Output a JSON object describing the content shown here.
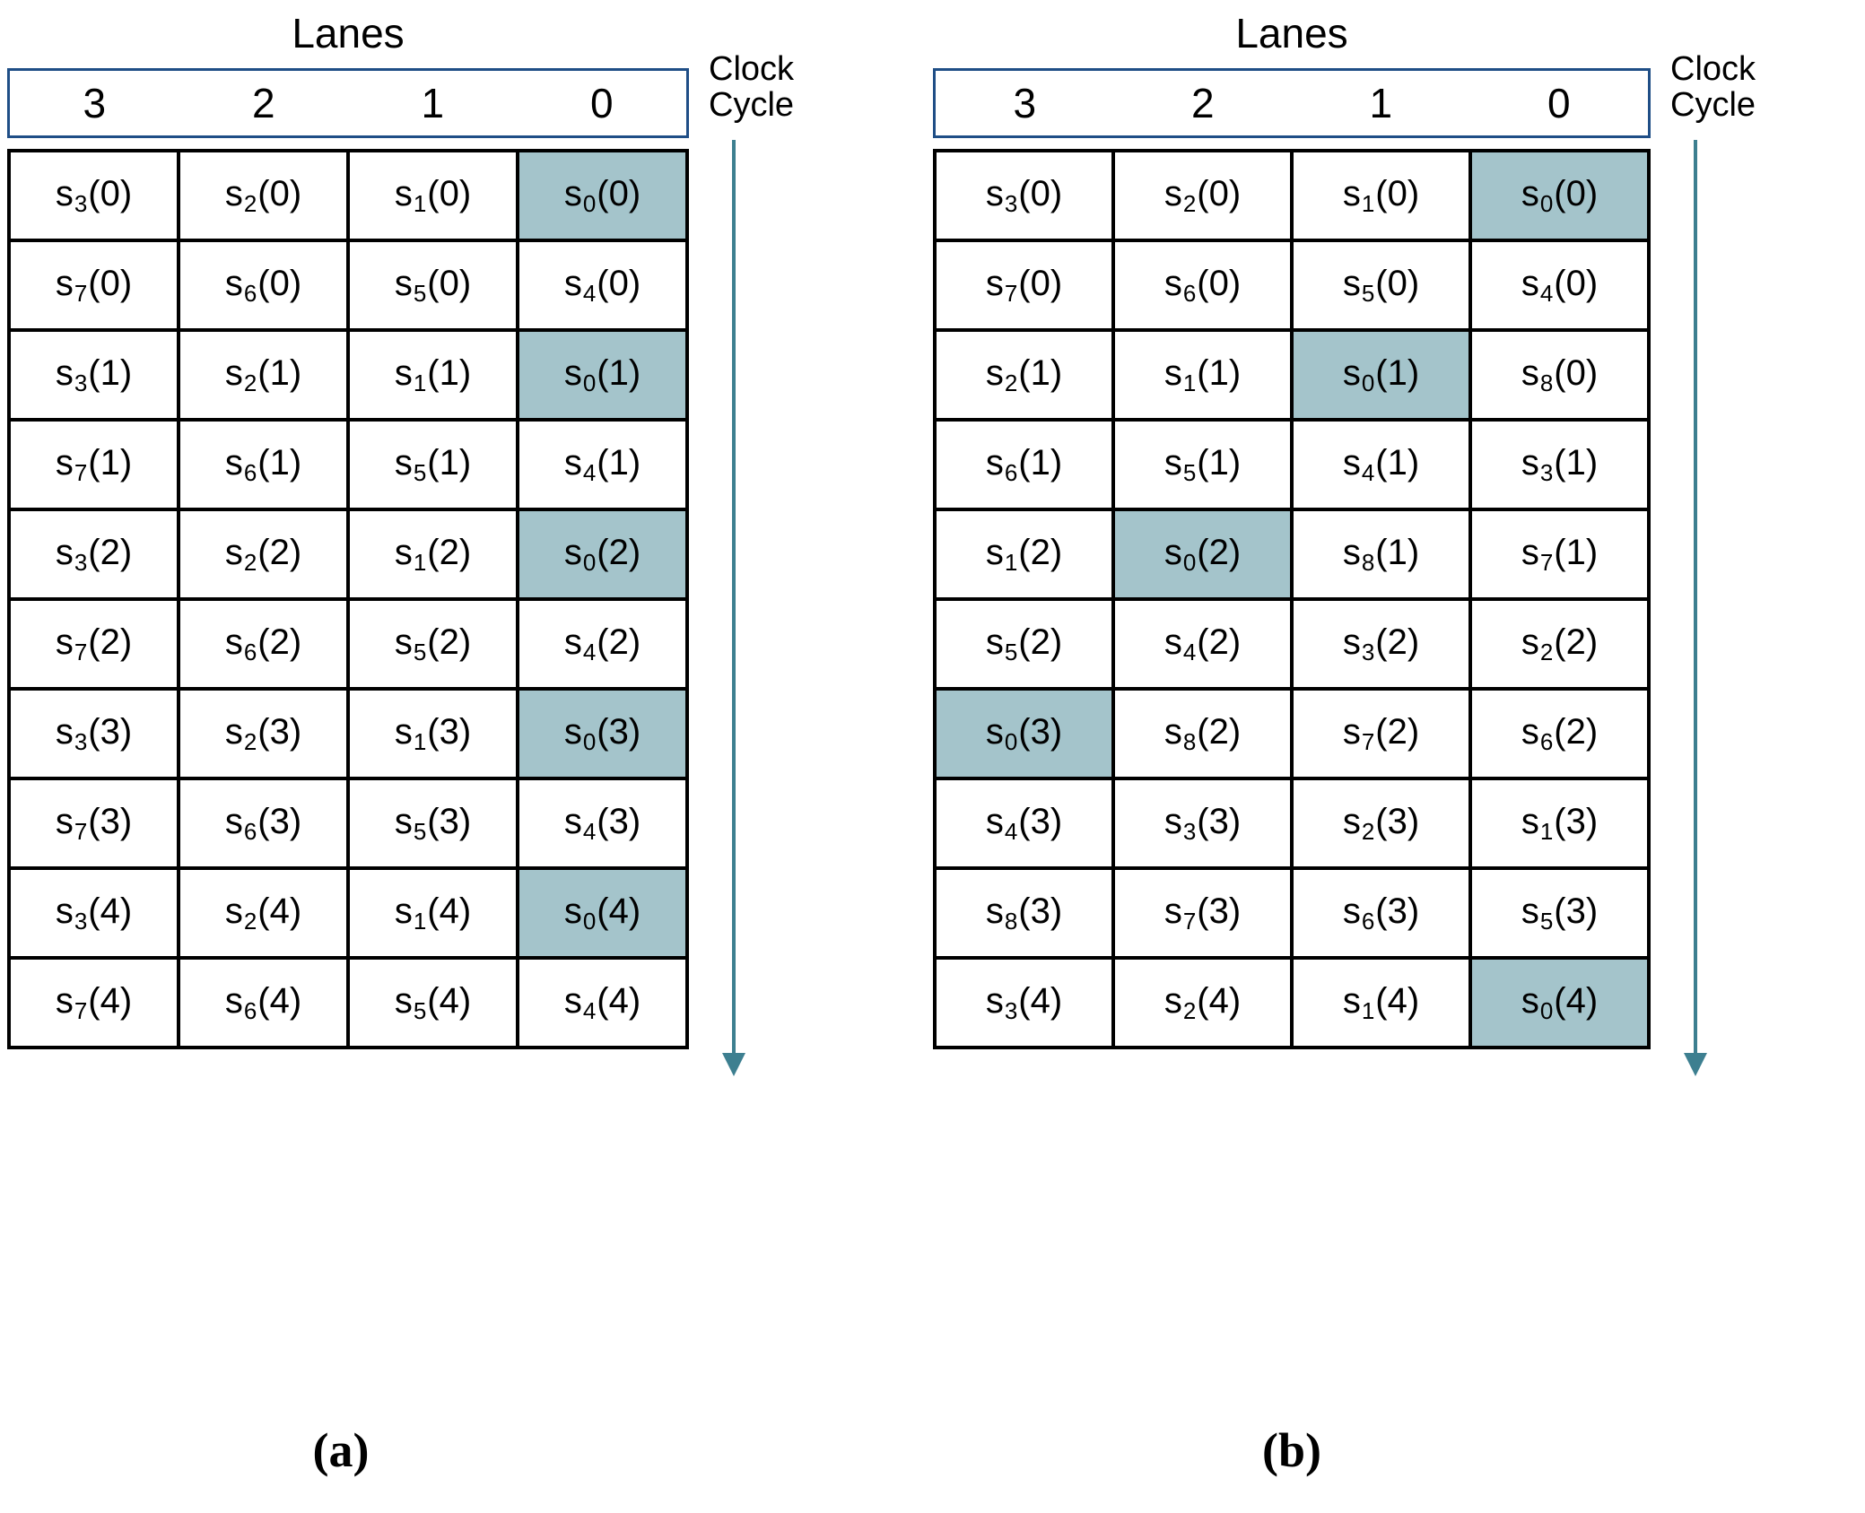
{
  "figure": {
    "caption_a": "(a)",
    "caption_b": "(b)"
  },
  "colors": {
    "highlight": "#a4c4cb",
    "header_border": "#1f4e86",
    "arrow": "#3d7f90",
    "grid_line": "#000000"
  },
  "panel_a": {
    "lanes_title": "Lanes",
    "lane_labels": [
      "3",
      "2",
      "1",
      "0"
    ],
    "clock_label_line1": "Clock",
    "clock_label_line2": "Cycle",
    "rows": [
      [
        {
          "base": "s",
          "sub": "3",
          "arg": "(0)",
          "hl": false
        },
        {
          "base": "s",
          "sub": "2",
          "arg": "(0)",
          "hl": false
        },
        {
          "base": "s",
          "sub": "1",
          "arg": "(0)",
          "hl": false
        },
        {
          "base": "s",
          "sub": "0",
          "arg": "(0)",
          "hl": true
        }
      ],
      [
        {
          "base": "s",
          "sub": "7",
          "arg": "(0)",
          "hl": false
        },
        {
          "base": "s",
          "sub": "6",
          "arg": "(0)",
          "hl": false
        },
        {
          "base": "s",
          "sub": "5",
          "arg": "(0)",
          "hl": false
        },
        {
          "base": "s",
          "sub": "4",
          "arg": "(0)",
          "hl": false
        }
      ],
      [
        {
          "base": "s",
          "sub": "3",
          "arg": "(1)",
          "hl": false
        },
        {
          "base": "s",
          "sub": "2",
          "arg": "(1)",
          "hl": false
        },
        {
          "base": "s",
          "sub": "1",
          "arg": "(1)",
          "hl": false
        },
        {
          "base": "s",
          "sub": "0",
          "arg": "(1)",
          "hl": true
        }
      ],
      [
        {
          "base": "s",
          "sub": "7",
          "arg": "(1)",
          "hl": false
        },
        {
          "base": "s",
          "sub": "6",
          "arg": "(1)",
          "hl": false
        },
        {
          "base": "s",
          "sub": "5",
          "arg": "(1)",
          "hl": false
        },
        {
          "base": "s",
          "sub": "4",
          "arg": "(1)",
          "hl": false
        }
      ],
      [
        {
          "base": "s",
          "sub": "3",
          "arg": "(2)",
          "hl": false
        },
        {
          "base": "s",
          "sub": "2",
          "arg": "(2)",
          "hl": false
        },
        {
          "base": "s",
          "sub": "1",
          "arg": "(2)",
          "hl": false
        },
        {
          "base": "s",
          "sub": "0",
          "arg": "(2)",
          "hl": true
        }
      ],
      [
        {
          "base": "s",
          "sub": "7",
          "arg": "(2)",
          "hl": false
        },
        {
          "base": "s",
          "sub": "6",
          "arg": "(2)",
          "hl": false
        },
        {
          "base": "s",
          "sub": "5",
          "arg": "(2)",
          "hl": false
        },
        {
          "base": "s",
          "sub": "4",
          "arg": "(2)",
          "hl": false
        }
      ],
      [
        {
          "base": "s",
          "sub": "3",
          "arg": "(3)",
          "hl": false
        },
        {
          "base": "s",
          "sub": "2",
          "arg": "(3)",
          "hl": false
        },
        {
          "base": "s",
          "sub": "1",
          "arg": "(3)",
          "hl": false
        },
        {
          "base": "s",
          "sub": "0",
          "arg": "(3)",
          "hl": true
        }
      ],
      [
        {
          "base": "s",
          "sub": "7",
          "arg": "(3)",
          "hl": false
        },
        {
          "base": "s",
          "sub": "6",
          "arg": "(3)",
          "hl": false
        },
        {
          "base": "s",
          "sub": "5",
          "arg": "(3)",
          "hl": false
        },
        {
          "base": "s",
          "sub": "4",
          "arg": "(3)",
          "hl": false
        }
      ],
      [
        {
          "base": "s",
          "sub": "3",
          "arg": "(4)",
          "hl": false
        },
        {
          "base": "s",
          "sub": "2",
          "arg": "(4)",
          "hl": false
        },
        {
          "base": "s",
          "sub": "1",
          "arg": "(4)",
          "hl": false
        },
        {
          "base": "s",
          "sub": "0",
          "arg": "(4)",
          "hl": true
        }
      ],
      [
        {
          "base": "s",
          "sub": "7",
          "arg": "(4)",
          "hl": false
        },
        {
          "base": "s",
          "sub": "6",
          "arg": "(4)",
          "hl": false
        },
        {
          "base": "s",
          "sub": "5",
          "arg": "(4)",
          "hl": false
        },
        {
          "base": "s",
          "sub": "4",
          "arg": "(4)",
          "hl": false
        }
      ]
    ]
  },
  "panel_b": {
    "lanes_title": "Lanes",
    "lane_labels": [
      "3",
      "2",
      "1",
      "0"
    ],
    "clock_label_line1": "Clock",
    "clock_label_line2": "Cycle",
    "rows": [
      [
        {
          "base": "s",
          "sub": "3",
          "arg": "(0)",
          "hl": false
        },
        {
          "base": "s",
          "sub": "2",
          "arg": "(0)",
          "hl": false
        },
        {
          "base": "s",
          "sub": "1",
          "arg": "(0)",
          "hl": false
        },
        {
          "base": "s",
          "sub": "0",
          "arg": "(0)",
          "hl": true
        }
      ],
      [
        {
          "base": "s",
          "sub": "7",
          "arg": "(0)",
          "hl": false
        },
        {
          "base": "s",
          "sub": "6",
          "arg": "(0)",
          "hl": false
        },
        {
          "base": "s",
          "sub": "5",
          "arg": "(0)",
          "hl": false
        },
        {
          "base": "s",
          "sub": "4",
          "arg": "(0)",
          "hl": false
        }
      ],
      [
        {
          "base": "s",
          "sub": "2",
          "arg": "(1)",
          "hl": false
        },
        {
          "base": "s",
          "sub": "1",
          "arg": "(1)",
          "hl": false
        },
        {
          "base": "s",
          "sub": "0",
          "arg": "(1)",
          "hl": true
        },
        {
          "base": "s",
          "sub": "8",
          "arg": "(0)",
          "hl": false
        }
      ],
      [
        {
          "base": "s",
          "sub": "6",
          "arg": "(1)",
          "hl": false
        },
        {
          "base": "s",
          "sub": "5",
          "arg": "(1)",
          "hl": false
        },
        {
          "base": "s",
          "sub": "4",
          "arg": "(1)",
          "hl": false
        },
        {
          "base": "s",
          "sub": "3",
          "arg": "(1)",
          "hl": false
        }
      ],
      [
        {
          "base": "s",
          "sub": "1",
          "arg": "(2)",
          "hl": false
        },
        {
          "base": "s",
          "sub": "0",
          "arg": "(2)",
          "hl": true
        },
        {
          "base": "s",
          "sub": "8",
          "arg": "(1)",
          "hl": false
        },
        {
          "base": "s",
          "sub": "7",
          "arg": "(1)",
          "hl": false
        }
      ],
      [
        {
          "base": "s",
          "sub": "5",
          "arg": "(2)",
          "hl": false
        },
        {
          "base": "s",
          "sub": "4",
          "arg": "(2)",
          "hl": false
        },
        {
          "base": "s",
          "sub": "3",
          "arg": "(2)",
          "hl": false
        },
        {
          "base": "s",
          "sub": "2",
          "arg": "(2)",
          "hl": false
        }
      ],
      [
        {
          "base": "s",
          "sub": "0",
          "arg": "(3)",
          "hl": true
        },
        {
          "base": "s",
          "sub": "8",
          "arg": "(2)",
          "hl": false
        },
        {
          "base": "s",
          "sub": "7",
          "arg": "(2)",
          "hl": false
        },
        {
          "base": "s",
          "sub": "6",
          "arg": "(2)",
          "hl": false
        }
      ],
      [
        {
          "base": "s",
          "sub": "4",
          "arg": "(3)",
          "hl": false
        },
        {
          "base": "s",
          "sub": "3",
          "arg": "(3)",
          "hl": false
        },
        {
          "base": "s",
          "sub": "2",
          "arg": "(3)",
          "hl": false
        },
        {
          "base": "s",
          "sub": "1",
          "arg": "(3)",
          "hl": false
        }
      ],
      [
        {
          "base": "s",
          "sub": "8",
          "arg": "(3)",
          "hl": false
        },
        {
          "base": "s",
          "sub": "7",
          "arg": "(3)",
          "hl": false
        },
        {
          "base": "s",
          "sub": "6",
          "arg": "(3)",
          "hl": false
        },
        {
          "base": "s",
          "sub": "5",
          "arg": "(3)",
          "hl": false
        }
      ],
      [
        {
          "base": "s",
          "sub": "3",
          "arg": "(4)",
          "hl": false
        },
        {
          "base": "s",
          "sub": "2",
          "arg": "(4)",
          "hl": false
        },
        {
          "base": "s",
          "sub": "1",
          "arg": "(4)",
          "hl": false
        },
        {
          "base": "s",
          "sub": "0",
          "arg": "(4)",
          "hl": true
        }
      ]
    ]
  }
}
